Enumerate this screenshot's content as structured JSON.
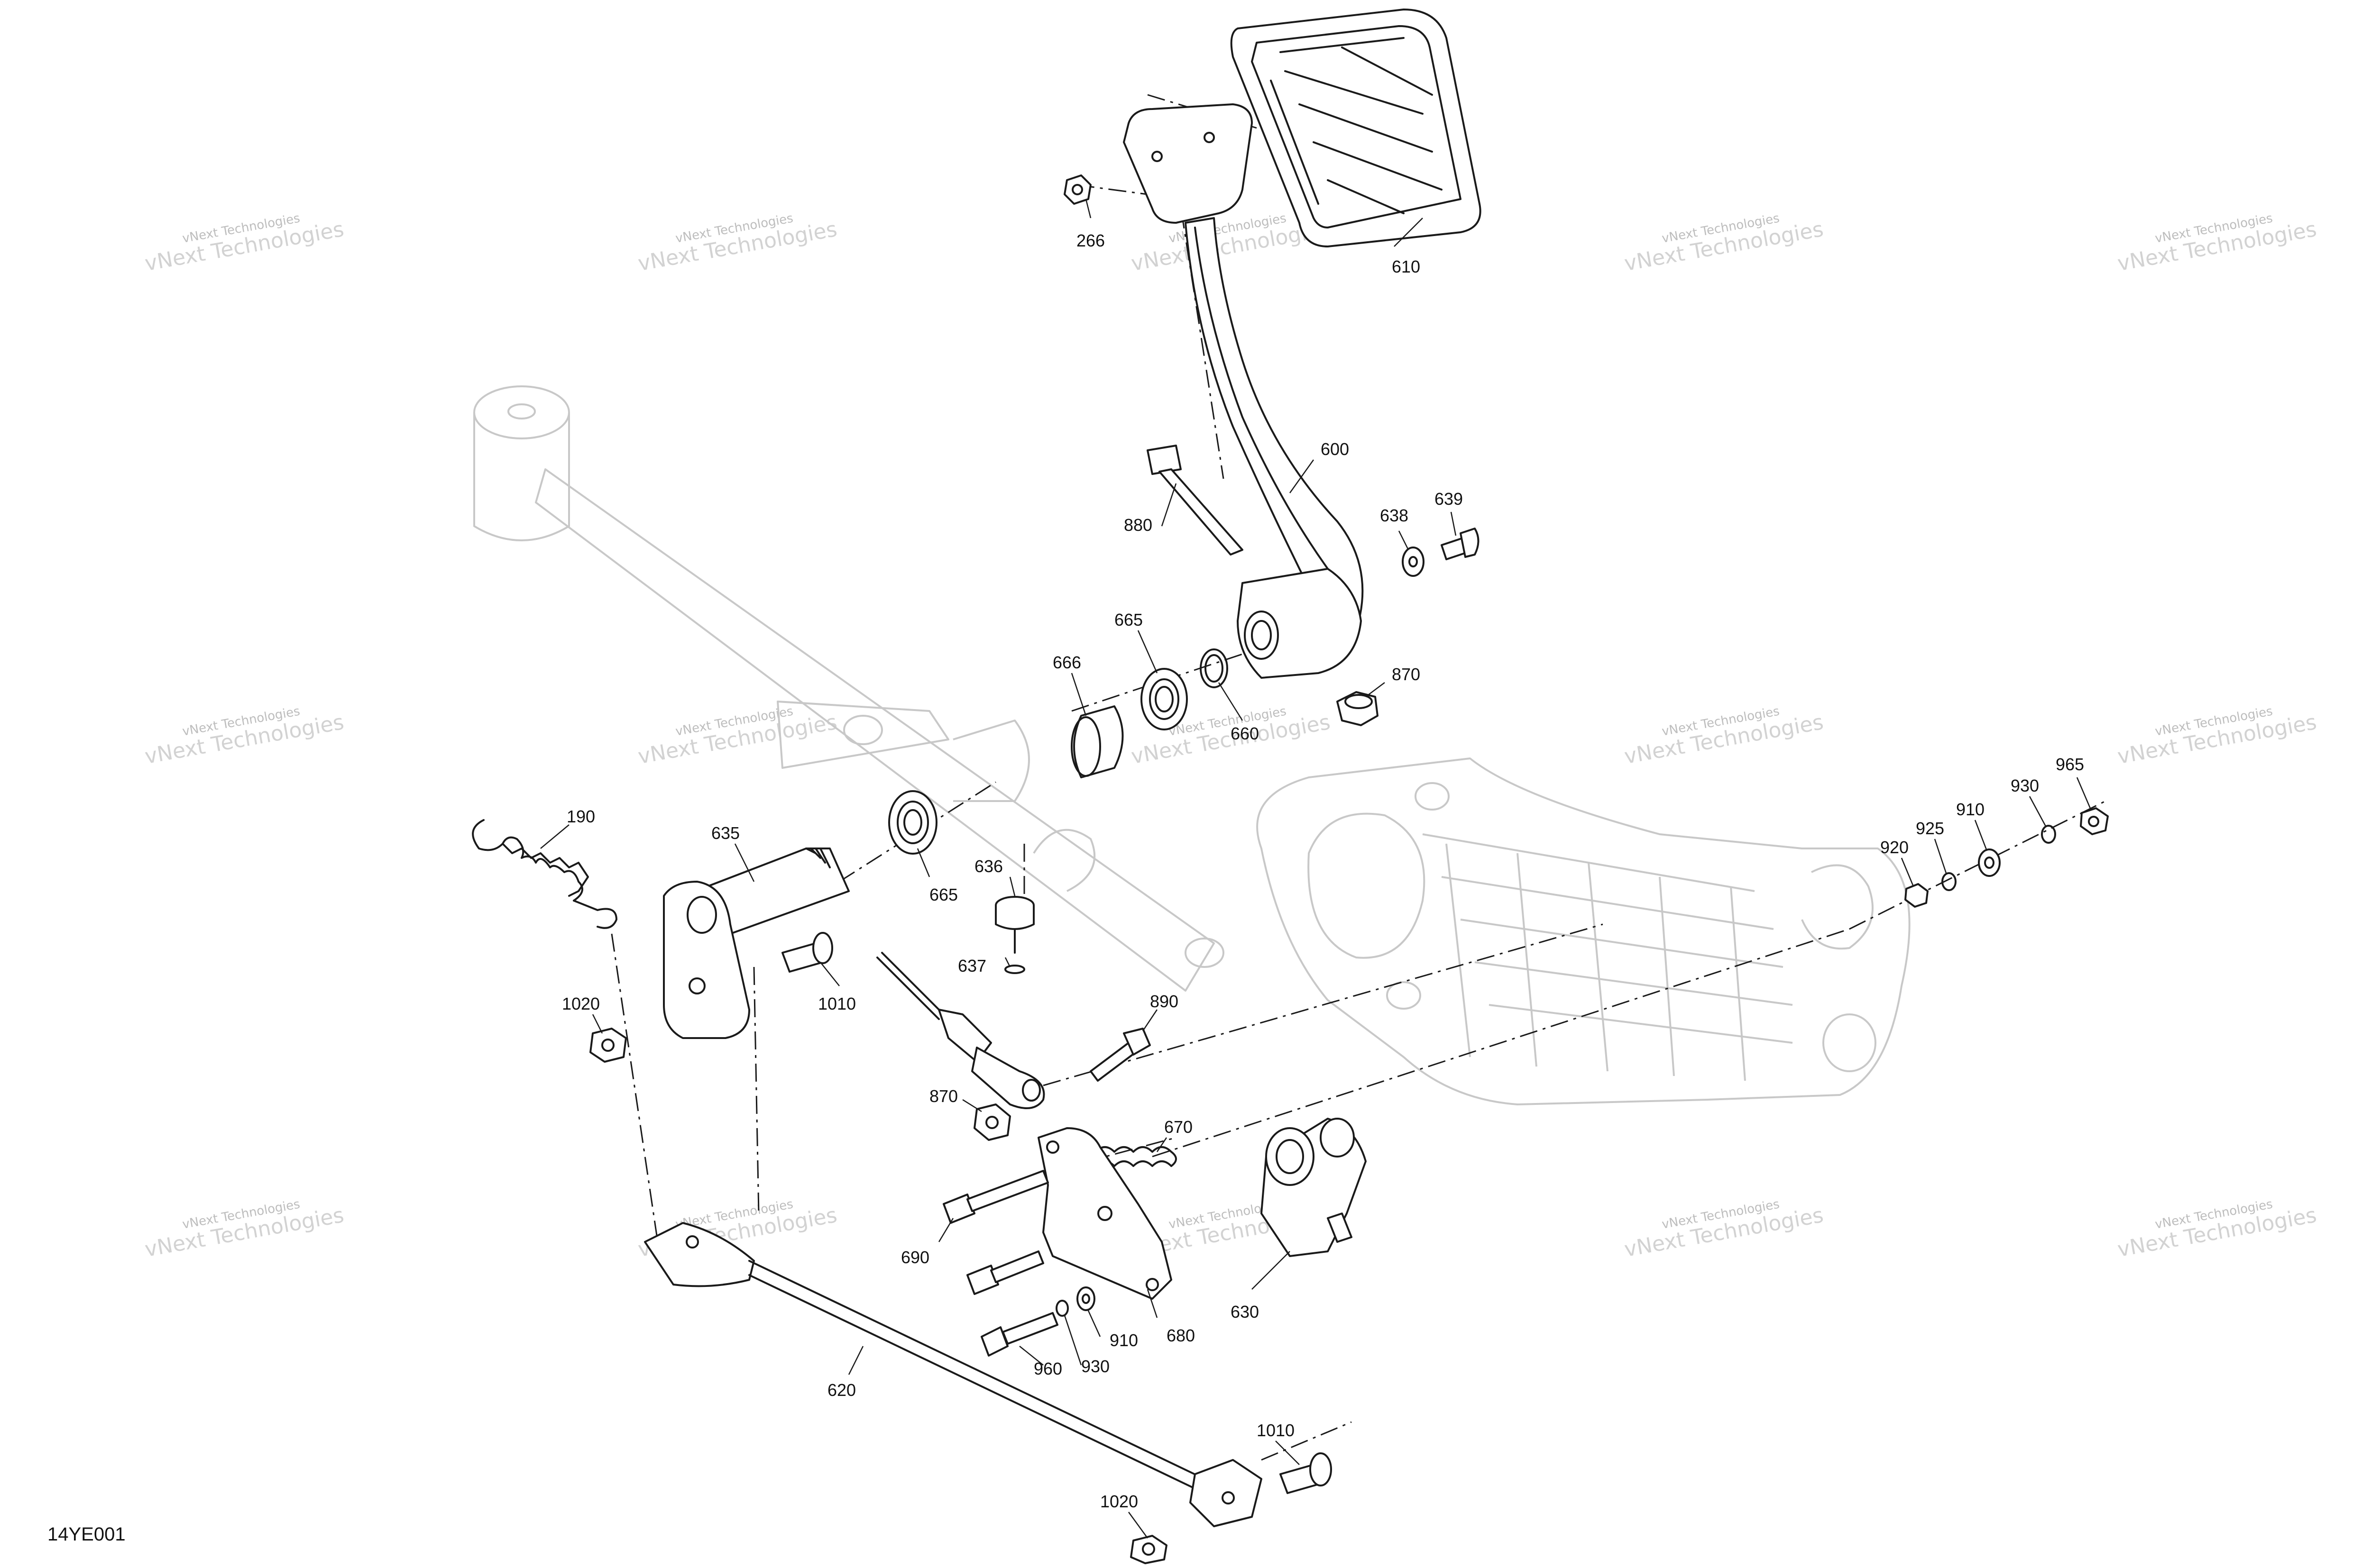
{
  "diagram_id": "14YE001",
  "watermark": {
    "line1": "vNext Technologies",
    "line2": "vNext Technologies"
  },
  "callouts": [
    {
      "id": "c266",
      "label": "266"
    },
    {
      "id": "c610",
      "label": "610"
    },
    {
      "id": "c600",
      "label": "600"
    },
    {
      "id": "c880",
      "label": "880"
    },
    {
      "id": "c638",
      "label": "638"
    },
    {
      "id": "c639",
      "label": "639"
    },
    {
      "id": "c665a",
      "label": "665"
    },
    {
      "id": "c666",
      "label": "666"
    },
    {
      "id": "c660",
      "label": "660"
    },
    {
      "id": "c870a",
      "label": "870"
    },
    {
      "id": "c190",
      "label": "190"
    },
    {
      "id": "c635",
      "label": "635"
    },
    {
      "id": "c665b",
      "label": "665"
    },
    {
      "id": "c636",
      "label": "636"
    },
    {
      "id": "c637",
      "label": "637"
    },
    {
      "id": "c1010a",
      "label": "1010"
    },
    {
      "id": "c1020a",
      "label": "1020"
    },
    {
      "id": "c890",
      "label": "890"
    },
    {
      "id": "c870b",
      "label": "870"
    },
    {
      "id": "c670",
      "label": "670"
    },
    {
      "id": "c690",
      "label": "690"
    },
    {
      "id": "c680",
      "label": "680"
    },
    {
      "id": "c630",
      "label": "630"
    },
    {
      "id": "c910a",
      "label": "910"
    },
    {
      "id": "c930a",
      "label": "930"
    },
    {
      "id": "c960",
      "label": "960"
    },
    {
      "id": "c620",
      "label": "620"
    },
    {
      "id": "c1010b",
      "label": "1010"
    },
    {
      "id": "c1020b",
      "label": "1020"
    },
    {
      "id": "c920",
      "label": "920"
    },
    {
      "id": "c925",
      "label": "925"
    },
    {
      "id": "c910b",
      "label": "910"
    },
    {
      "id": "c930b",
      "label": "930"
    },
    {
      "id": "c965",
      "label": "965"
    }
  ]
}
